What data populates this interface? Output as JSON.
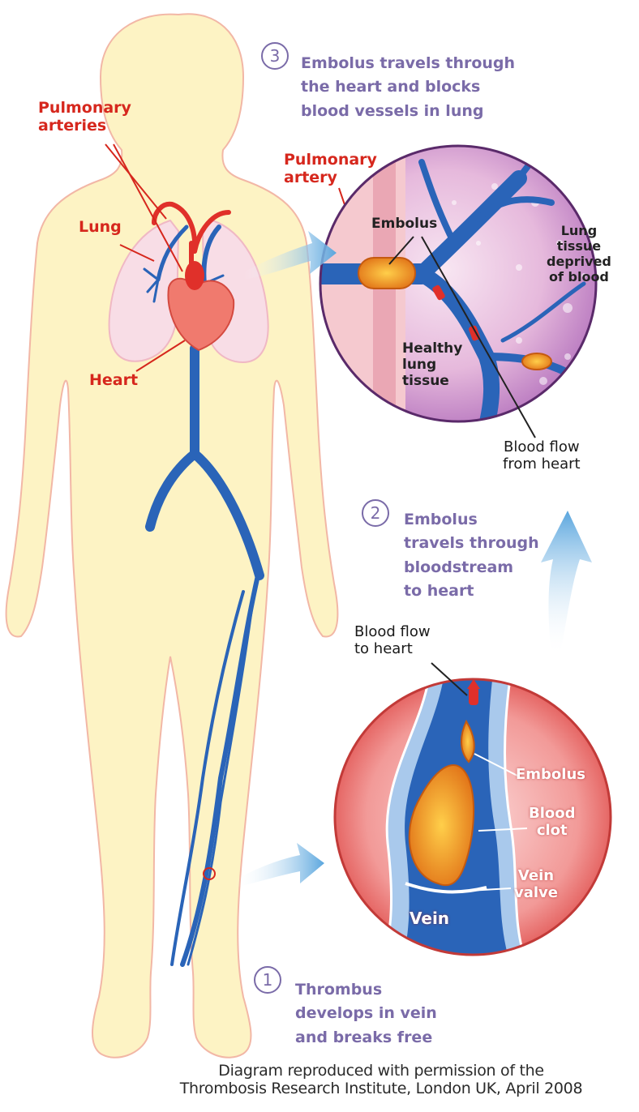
{
  "labels": {
    "pulmonary_arteries": "Pulmonary\narteries",
    "lung": "Lung",
    "heart": "Heart",
    "pulmonary_artery": "Pulmonary\nartery",
    "embolus_top": "Embolus",
    "lung_tissue_deprived": "Lung\ntissue\ndeprived\nof blood",
    "healthy_lung_tissue": "Healthy\nlung\ntissue",
    "blood_flow_from_heart": "Blood flow\nfrom heart",
    "blood_flow_to_heart": "Blood flow\nto heart",
    "embolus_bottom": "Embolus",
    "blood_clot": "Blood\nclot",
    "vein_valve": "Vein\nvalve",
    "vein": "Vein"
  },
  "steps": [
    {
      "number": "3",
      "text": "Embolus travels through\nthe heart and blocks\nblood vessels in lung"
    },
    {
      "number": "2",
      "text": "Embolus\ntravels through\nbloodstream\nto heart"
    },
    {
      "number": "1",
      "text": "Thrombus\ndevelops in vein\nand breaks free"
    }
  ],
  "credit": "Diagram reproduced with permission of the\nThrombosis Research Institute, London UK, April 2008",
  "colors": {
    "body_fill": "#fdf3c4",
    "vein_blue": "#2a64b8",
    "artery_red": "#e0302a",
    "step_purple": "#7a6ba8",
    "arrow_blue": "#6fb0e0"
  }
}
